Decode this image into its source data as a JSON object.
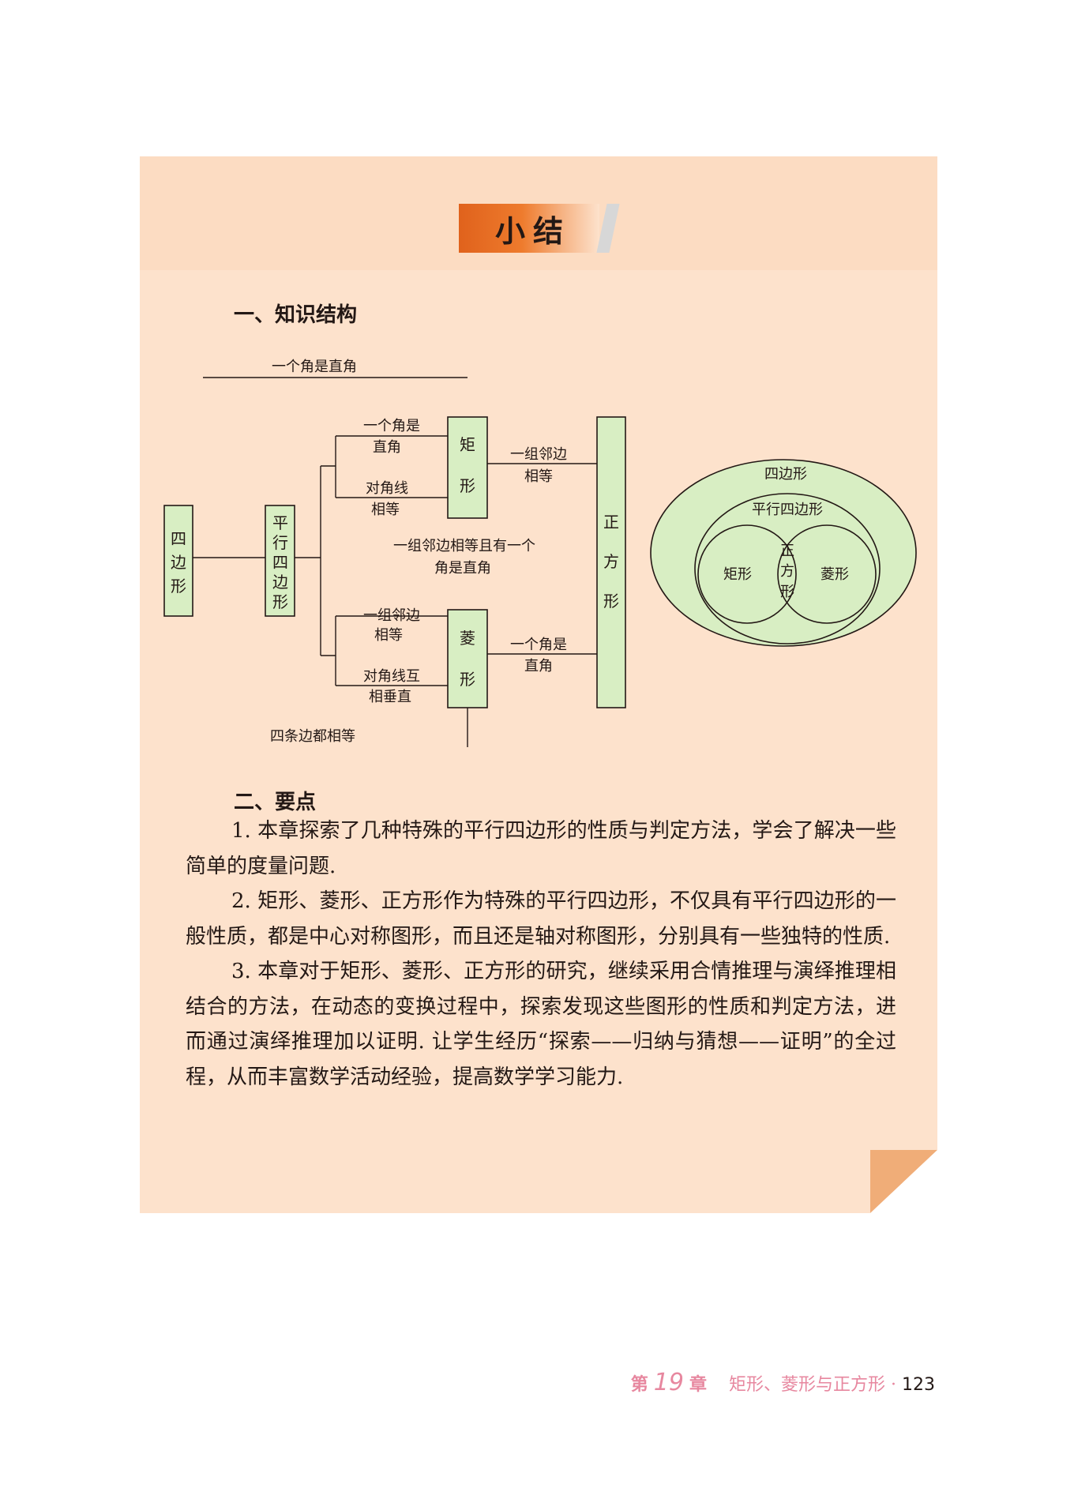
{
  "title": "小结",
  "section1": {
    "heading": "一、知识结构"
  },
  "diagram": {
    "top_label": "一个角是直角",
    "quadrilateral": [
      "四",
      "边",
      "形"
    ],
    "parallelogram": [
      "平",
      "行",
      "四",
      "边",
      "形"
    ],
    "rectangle": [
      "矩",
      "形"
    ],
    "rhombus": [
      "菱",
      "形"
    ],
    "square": [
      "正",
      "方",
      "形"
    ],
    "rect_cond1": [
      "一个角是",
      "直角"
    ],
    "rect_cond2": [
      "对角线",
      "相等"
    ],
    "rect_to_square": [
      "一组邻边",
      "相等"
    ],
    "middle_cond": [
      "一组邻边相等且有一个",
      "角是直角"
    ],
    "rhom_cond1": [
      "一组邻边",
      "相等"
    ],
    "rhom_cond2": [
      "对角线互",
      "相垂直"
    ],
    "rhom_to_square": [
      "一个角是",
      "直角"
    ],
    "bottom_label": "四条边都相等"
  },
  "venn": {
    "outer": "四边形",
    "middle": "平行四边形",
    "left": "矩形",
    "right": "菱形",
    "center": [
      "正",
      "方",
      "形"
    ]
  },
  "section2": {
    "heading": "二、要点",
    "points": [
      "1. 本章探索了几种特殊的平行四边形的性质与判定方法，学会了解决一些简单的度量问题.",
      "2. 矩形、菱形、正方形作为特殊的平行四边形，不仅具有平行四边形的一般性质，都是中心对称图形，而且还是轴对称图形，分别具有一些独特的性质.",
      "3. 本章对于矩形、菱形、正方形的研究，继续采用合情推理与演绎推理相结合的方法，在动态的变换过程中，探索发现这些图形的性质和判定方法，进而通过演绎推理加以证明. 让学生经历“探索——归纳与猜想——证明”的全过程，从而丰富数学活动经验，提高数学学习能力."
    ]
  },
  "footer": {
    "chapter_prefix": "第",
    "chapter_number": "19",
    "chapter_suffix": "章",
    "chapter_title": "矩形、菱形与正方形",
    "separator": "·",
    "page_number": "123"
  },
  "colors": {
    "panel": "#fde2cc",
    "box_fill": "#d8eec3",
    "banner": "#e0621c",
    "footer_text": "#e7879f"
  }
}
